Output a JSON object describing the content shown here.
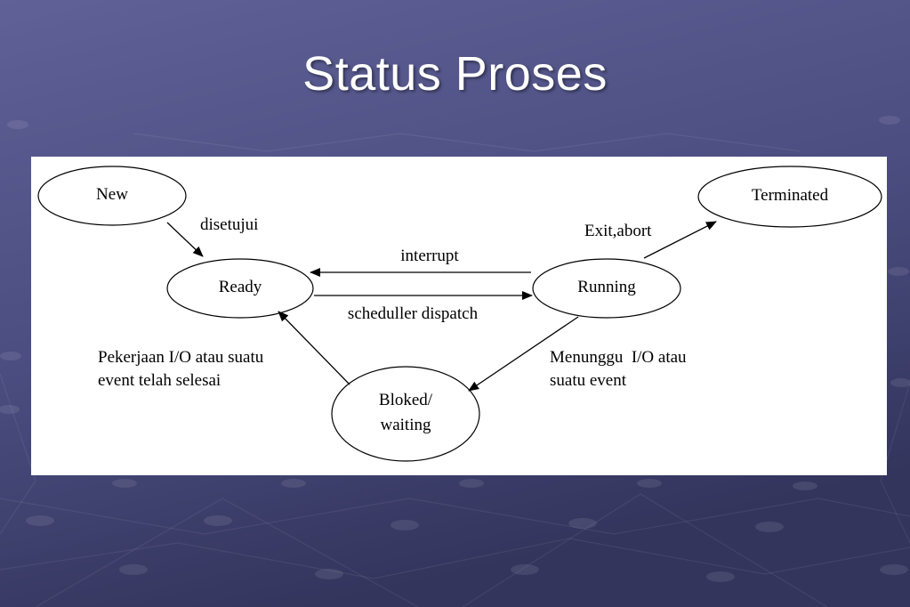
{
  "slide": {
    "title": "Status Proses",
    "colors": {
      "background_top": "#5d5f95",
      "background_bottom": "#34365f",
      "panel": "#ffffff",
      "ink": "#000000"
    }
  },
  "diagram": {
    "states": {
      "new": "New",
      "ready": "Ready",
      "running": "Running",
      "terminated": "Terminated",
      "blocked_line1": "Bloked/",
      "blocked_line2": "waiting"
    },
    "transitions": {
      "new_to_ready": "disetujui",
      "running_to_ready": "interrupt",
      "ready_to_running": "scheduller dispatch",
      "running_to_terminated": "Exit,abort",
      "running_to_blocked_line1": "Menunggu  I/O atau",
      "running_to_blocked_line2": "suatu event",
      "blocked_to_ready_line1": "Pekerjaan I/O atau suatu",
      "blocked_to_ready_line2": "event telah selesai"
    }
  }
}
